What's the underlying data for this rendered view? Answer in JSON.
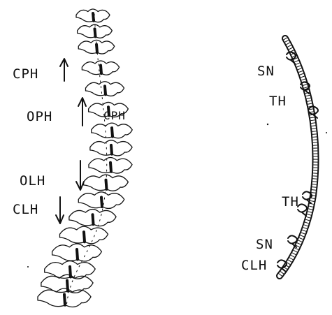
{
  "left_panel": {
    "labels": [
      {
        "text": "CPH",
        "direction": "up"
      },
      {
        "text": "OPH",
        "direction": "up"
      },
      {
        "text": "OLH",
        "direction": "down"
      },
      {
        "text": "CLH",
        "direction": "down"
      }
    ],
    "vertebra_marker": "CPH"
  },
  "right_panel": {
    "labels": [
      {
        "text": "SN"
      },
      {
        "text": "TH"
      },
      {
        "text": "TH"
      },
      {
        "text": "SN"
      },
      {
        "text": "CLH"
      }
    ]
  },
  "colors": {
    "ink": "#111111",
    "background": "#ffffff"
  }
}
